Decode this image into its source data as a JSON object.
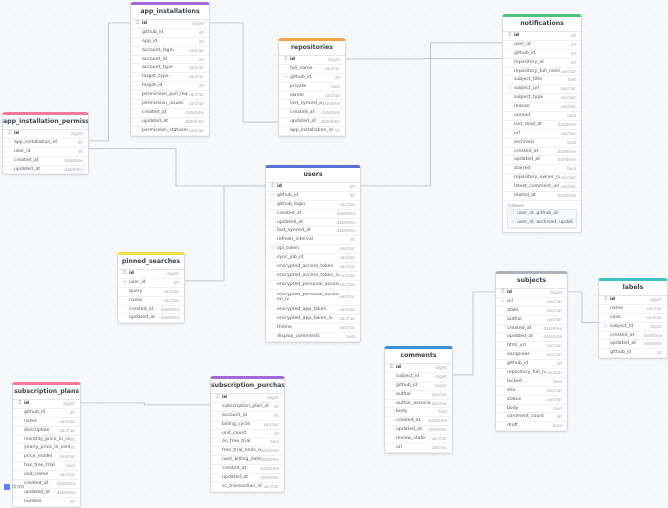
{
  "tables": {
    "app_installations": {
      "title": "app_installations",
      "color": "#a26bd8",
      "rows": [
        {
          "name": "id",
          "type": "bigint",
          "pk": true
        },
        {
          "name": "github_id",
          "type": "int"
        },
        {
          "name": "app_id",
          "type": "int"
        },
        {
          "name": "account_login",
          "type": "varchar"
        },
        {
          "name": "account_id",
          "type": "int"
        },
        {
          "name": "account_type",
          "type": "varchar"
        },
        {
          "name": "target_type",
          "type": "varchar"
        },
        {
          "name": "target_id",
          "type": "int"
        },
        {
          "name": "permission_pull_requests",
          "type": "varchar"
        },
        {
          "name": "permission_issues",
          "type": "varchar"
        },
        {
          "name": "created_at",
          "type": "datetime"
        },
        {
          "name": "updated_at",
          "type": "datetime"
        },
        {
          "name": "permission_statuses",
          "type": "varchar"
        }
      ]
    },
    "repositories": {
      "title": "repositories",
      "color": "#f0a44a",
      "rows": [
        {
          "name": "id",
          "type": "bigint",
          "pk": true
        },
        {
          "name": "full_name",
          "type": "varchar"
        },
        {
          "name": "github_id",
          "type": "int",
          "fk": true
        },
        {
          "name": "private",
          "type": "bool"
        },
        {
          "name": "owner",
          "type": "varchar"
        },
        {
          "name": "last_synced_at",
          "type": "datetime"
        },
        {
          "name": "created_at",
          "type": "datetime"
        },
        {
          "name": "updated_at",
          "type": "datetime"
        },
        {
          "name": "app_installation_id",
          "type": "int"
        }
      ]
    },
    "notifications": {
      "title": "notifications",
      "color": "#4cc47a",
      "rows": [
        {
          "name": "id",
          "type": "int",
          "pk": true
        },
        {
          "name": "user_id",
          "type": "int"
        },
        {
          "name": "github_id",
          "type": "int"
        },
        {
          "name": "repository_id",
          "type": "int"
        },
        {
          "name": "repository_full_name",
          "type": "varchar"
        },
        {
          "name": "subject_title",
          "type": "text"
        },
        {
          "name": "subject_url",
          "type": "varchar",
          "fk": true
        },
        {
          "name": "subject_type",
          "type": "varchar"
        },
        {
          "name": "reason",
          "type": "varchar"
        },
        {
          "name": "unread",
          "type": "bool"
        },
        {
          "name": "last_read_at",
          "type": "datetime"
        },
        {
          "name": "url",
          "type": "varchar"
        },
        {
          "name": "archived",
          "type": "bool"
        },
        {
          "name": "created_at",
          "type": "datetime"
        },
        {
          "name": "updated_at",
          "type": "datetime"
        },
        {
          "name": "starred",
          "type": "bool"
        },
        {
          "name": "repository_owner_name",
          "type": "varchar"
        },
        {
          "name": "latest_comment_url",
          "type": "varchar"
        },
        {
          "name": "muted_at",
          "type": "datetime"
        }
      ],
      "indexes_title": "Indexes",
      "indexes": [
        {
          "name": "user_id, github_id",
          "type": ""
        },
        {
          "name": "user_id, archived, updated_at",
          "type": ""
        }
      ]
    },
    "app_installation_permissions": {
      "title": "app_installation_permissions",
      "color": "#f27b9a",
      "rows": [
        {
          "name": "id",
          "type": "bigint",
          "pk": true
        },
        {
          "name": "app_installation_id",
          "type": "int"
        },
        {
          "name": "user_id",
          "type": "int"
        },
        {
          "name": "created_at",
          "type": "datetime"
        },
        {
          "name": "updated_at",
          "type": "datetime"
        }
      ]
    },
    "users": {
      "title": "users",
      "color": "#5b6fd6",
      "rows": [
        {
          "name": "id",
          "type": "int",
          "pk": true
        },
        {
          "name": "github_id",
          "type": "int",
          "fk": true
        },
        {
          "name": "github_login",
          "type": "varchar"
        },
        {
          "name": "created_at",
          "type": "datetime"
        },
        {
          "name": "updated_at",
          "type": "datetime"
        },
        {
          "name": "last_synced_at",
          "type": "datetime"
        },
        {
          "name": "refresh_interval",
          "type": "int"
        },
        {
          "name": "api_token",
          "type": "varchar",
          "fk": true
        },
        {
          "name": "sync_job_id",
          "type": "varchar"
        },
        {
          "name": "encrypted_access_token",
          "type": "varchar"
        },
        {
          "name": "encrypted_access_token_iv",
          "type": "varchar"
        },
        {
          "name": "encrypted_personal_access_token",
          "type": "varchar"
        },
        {
          "name": "encrypted_personal_access_tok en_iv",
          "type": "varchar",
          "tall": true
        },
        {
          "name": "encrypted_app_token",
          "type": "varchar"
        },
        {
          "name": "encrypted_app_token_iv",
          "type": "varchar"
        },
        {
          "name": "theme",
          "type": "varchar"
        },
        {
          "name": "display_comments",
          "type": "bool"
        }
      ]
    },
    "pinned_searches": {
      "title": "pinned_searches",
      "color": "#f2df4a",
      "rows": [
        {
          "name": "id",
          "type": "bigint",
          "pk": true
        },
        {
          "name": "user_id",
          "type": "int",
          "fk": true
        },
        {
          "name": "query",
          "type": "varchar"
        },
        {
          "name": "name",
          "type": "varchar"
        },
        {
          "name": "created_at",
          "type": "datetime"
        },
        {
          "name": "updated_at",
          "type": "datetime"
        }
      ]
    },
    "subjects": {
      "title": "subjects",
      "color": "#aeb3bb",
      "rows": [
        {
          "name": "id",
          "type": "bigint",
          "pk": true
        },
        {
          "name": "url",
          "type": "varchar",
          "fk": true
        },
        {
          "name": "state",
          "type": "varchar"
        },
        {
          "name": "author",
          "type": "varchar"
        },
        {
          "name": "created_at",
          "type": "datetime"
        },
        {
          "name": "updated_at",
          "type": "datetime"
        },
        {
          "name": "html_url",
          "type": "varchar"
        },
        {
          "name": "assignees",
          "type": "varchar"
        },
        {
          "name": "github_id",
          "type": "int"
        },
        {
          "name": "repository_full_name",
          "type": "varchar"
        },
        {
          "name": "locked",
          "type": "bool"
        },
        {
          "name": "sha",
          "type": "varchar"
        },
        {
          "name": "status",
          "type": "varchar"
        },
        {
          "name": "body",
          "type": "text"
        },
        {
          "name": "comment_count",
          "type": "int"
        },
        {
          "name": "draft",
          "type": "bool"
        }
      ]
    },
    "labels": {
      "title": "labels",
      "color": "#3cc4c4",
      "rows": [
        {
          "name": "id",
          "type": "bigint",
          "pk": true
        },
        {
          "name": "name",
          "type": "varchar"
        },
        {
          "name": "color",
          "type": "varchar"
        },
        {
          "name": "subject_id",
          "type": "bigint",
          "fk": true
        },
        {
          "name": "created_at",
          "type": "datetime"
        },
        {
          "name": "updated_at",
          "type": "datetime"
        },
        {
          "name": "github_id",
          "type": "int"
        }
      ]
    },
    "comments": {
      "title": "comments",
      "color": "#3d8fd6",
      "rows": [
        {
          "name": "id",
          "type": "bigint",
          "pk": true
        },
        {
          "name": "subject_id",
          "type": "bigint"
        },
        {
          "name": "github_id",
          "type": "bigint"
        },
        {
          "name": "author",
          "type": "varchar"
        },
        {
          "name": "author_association",
          "type": "varchar"
        },
        {
          "name": "body",
          "type": "text"
        },
        {
          "name": "created_at",
          "type": "datetime"
        },
        {
          "name": "updated_at",
          "type": "datetime"
        },
        {
          "name": "review_state",
          "type": "varchar"
        },
        {
          "name": "url",
          "type": "varchar"
        }
      ]
    },
    "subscription_plans": {
      "title": "subscription_plans",
      "color": "#f27b9a",
      "rows": [
        {
          "name": "id",
          "type": "bigint",
          "pk": true
        },
        {
          "name": "github_id",
          "type": "int"
        },
        {
          "name": "name",
          "type": "varchar"
        },
        {
          "name": "description",
          "type": "varchar"
        },
        {
          "name": "monthly_price_in_cents",
          "type": "int"
        },
        {
          "name": "yearly_price_in_cents",
          "type": "int"
        },
        {
          "name": "price_model",
          "type": "varchar"
        },
        {
          "name": "has_free_trial",
          "type": "bool"
        },
        {
          "name": "unit_name",
          "type": "varchar"
        },
        {
          "name": "created_at",
          "type": "datetime"
        },
        {
          "name": "updated_at",
          "type": "datetime"
        },
        {
          "name": "number",
          "type": "int"
        }
      ]
    },
    "subscription_purchases": {
      "title": "subscription_purchases",
      "color": "#a26bd8",
      "rows": [
        {
          "name": "id",
          "type": "bigint",
          "pk": true
        },
        {
          "name": "subscription_plan_id",
          "type": "int"
        },
        {
          "name": "account_id",
          "type": "int"
        },
        {
          "name": "billing_cycle",
          "type": "varchar"
        },
        {
          "name": "unit_count",
          "type": "int"
        },
        {
          "name": "on_free_trial",
          "type": "bool"
        },
        {
          "name": "free_trial_ends_on",
          "type": "datetime"
        },
        {
          "name": "next_billing_date",
          "type": "datetime"
        },
        {
          "name": "created_at",
          "type": "datetime"
        },
        {
          "name": "updated_at",
          "type": "datetime"
        },
        {
          "name": "sc_transaction_id",
          "type": "varchar"
        }
      ]
    }
  },
  "relations": [
    {
      "from": "app_installations.id",
      "to": "repositories.app_installation_id"
    },
    {
      "from": "app_installations.id",
      "to": "app_installation_permissions.app_installation_id"
    },
    {
      "from": "repositories.id",
      "to": "notifications.repository_id"
    },
    {
      "from": "users.id",
      "to": "notifications.user_id"
    },
    {
      "from": "users.id",
      "to": "app_installation_permissions.user_id"
    },
    {
      "from": "users.id",
      "to": "pinned_searches.user_id"
    },
    {
      "from": "subjects.id",
      "to": "labels.subject_id"
    },
    {
      "from": "subjects.id",
      "to": "comments.subject_id"
    },
    {
      "from": "subscription_plans.id",
      "to": "subscription_purchases.subscription_plan_id"
    }
  ],
  "brand": "draw"
}
